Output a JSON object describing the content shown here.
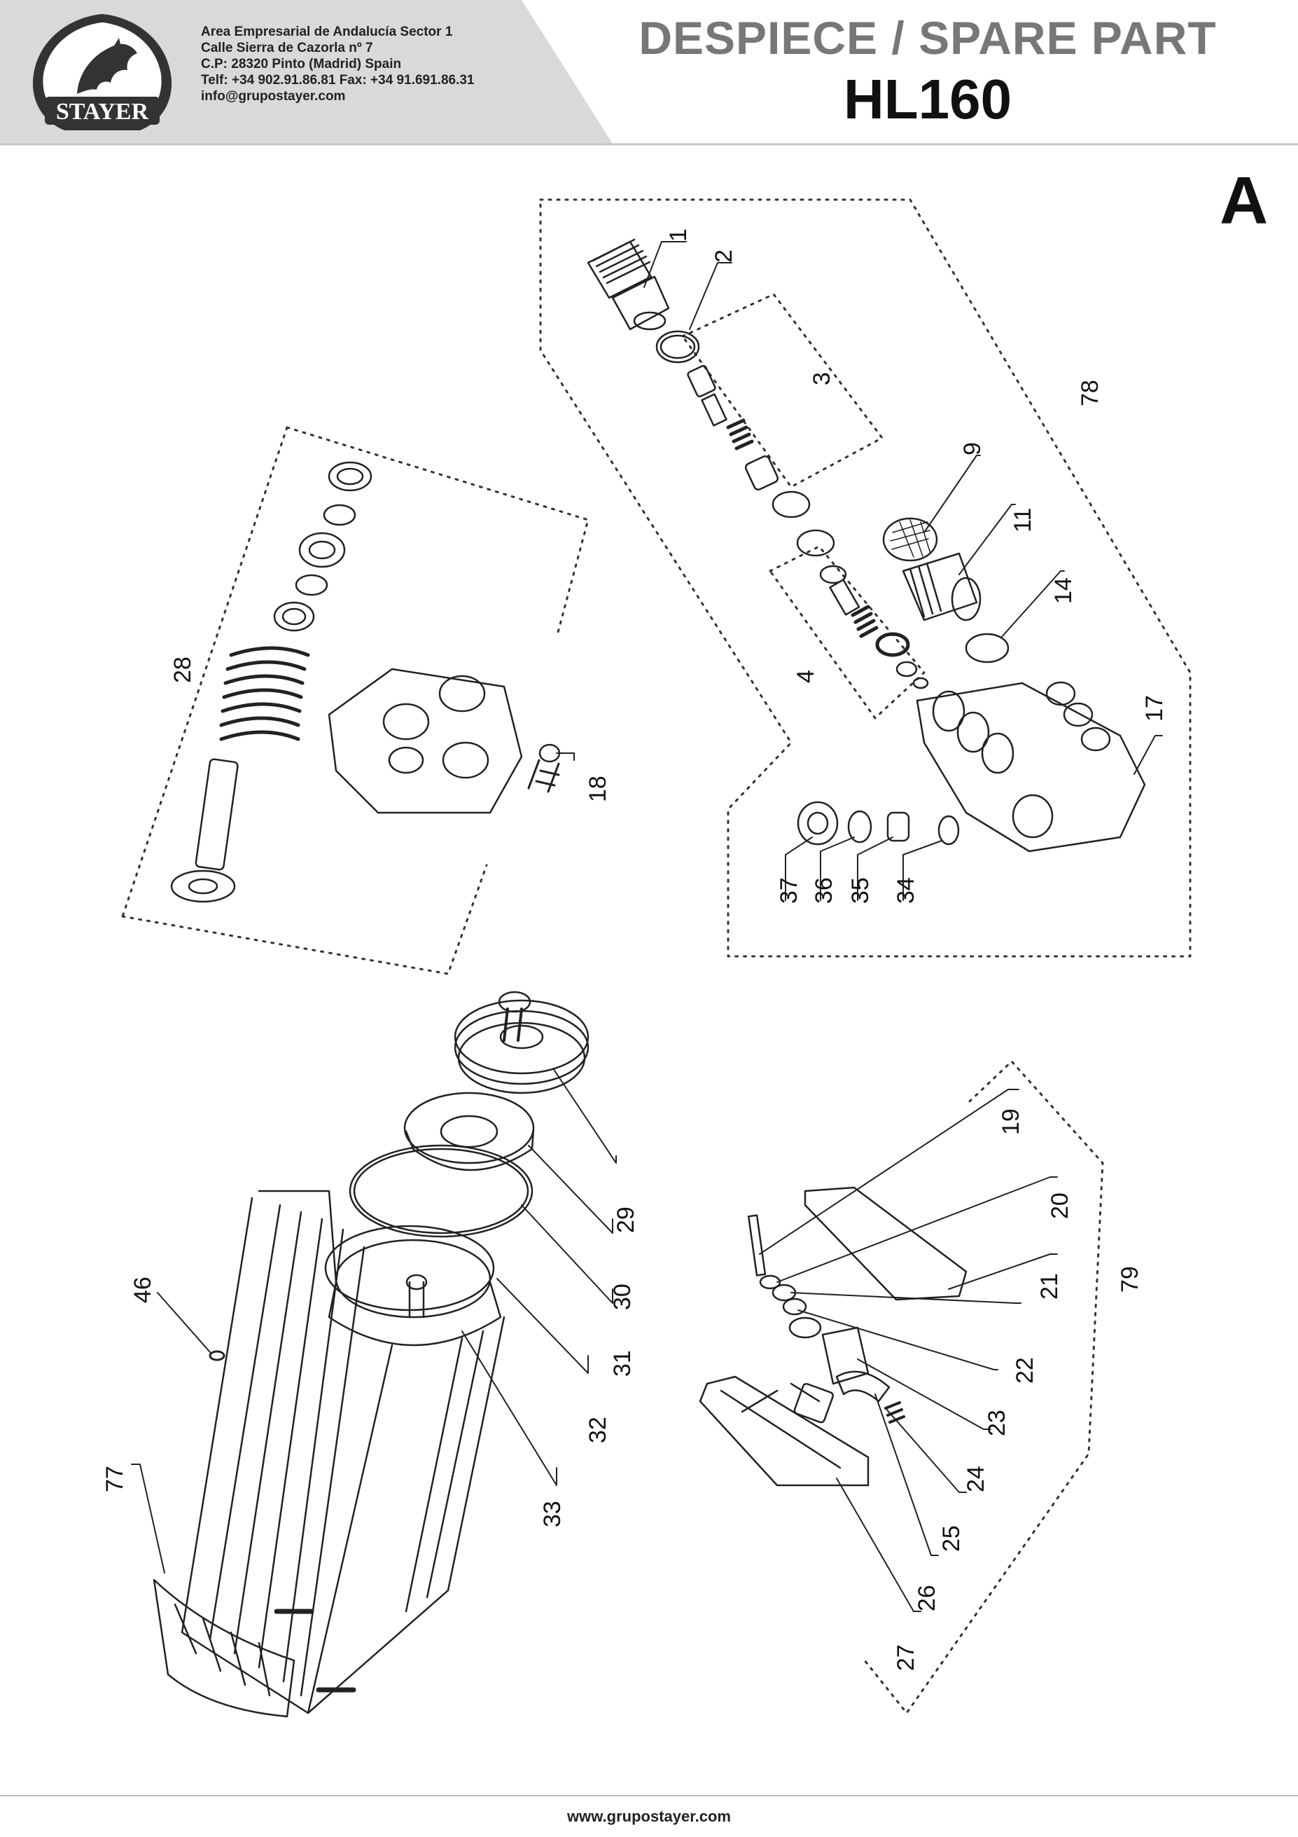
{
  "header": {
    "brand": "STAYER",
    "address": [
      "Area Empresarial de Andalucía Sector 1",
      "Calle Sierra de Cazorla nº 7",
      "C.P: 28320 Pinto (Madrid) Spain",
      "Telf: +34 902.91.86.81 Fax: +34 91.691.86.31",
      "info@grupostayer.com"
    ],
    "doc_title": "DESPIECE / SPARE PART",
    "model": "HL160"
  },
  "section_letter": "A",
  "footer": {
    "url": "www.grupostayer.com"
  },
  "colors": {
    "header_band": "#d9d9d9",
    "logo_dark": "#333333",
    "ink": "#222222"
  },
  "part_labels": [
    "1",
    "2",
    "3",
    "4",
    "9",
    "11",
    "14",
    "17",
    "18",
    "28",
    "29",
    "30",
    "31",
    "32",
    "33",
    "34",
    "35",
    "36",
    "37",
    "46",
    "77",
    "78",
    "79",
    "19",
    "20",
    "21",
    "22",
    "23",
    "24",
    "25",
    "26",
    "27"
  ]
}
